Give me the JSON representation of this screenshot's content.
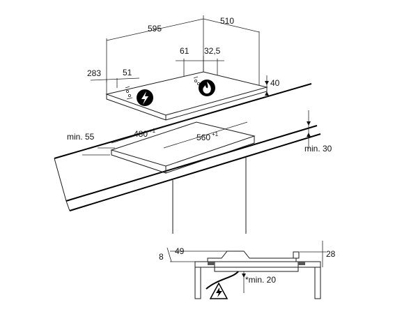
{
  "dimensions": {
    "width_595": "595",
    "depth_510": "510",
    "left_offset_283": "283",
    "left_offset_51": "51",
    "right_offset_61": "61",
    "right_offset_32_5": "32,5",
    "height_40": "40",
    "cutout_480": "480",
    "cutout_560": "560",
    "tolerance": "+1",
    "min_55": "min. 55",
    "min_30": "min. 30",
    "side_8": "8",
    "side_49": "49",
    "side_28": "28",
    "min_20": "*min. 20"
  },
  "icons": {
    "electric": "lightning-icon",
    "flame": "flame-icon",
    "warning": "electric-hazard-icon"
  }
}
